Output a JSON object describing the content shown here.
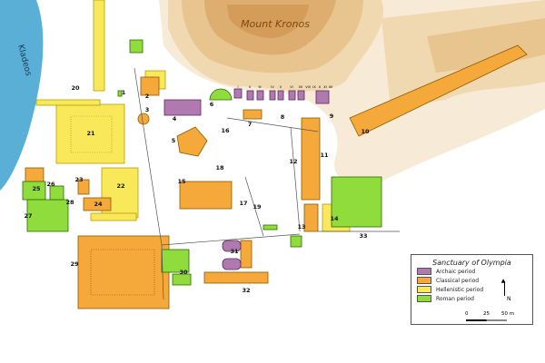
{
  "map": {
    "mountain_label": "Mount Kronos",
    "river_label": "Kladeos",
    "site_numbers": [
      "1",
      "2",
      "3",
      "4",
      "5",
      "6",
      "7",
      "8",
      "9",
      "10",
      "11",
      "12",
      "13",
      "14",
      "15",
      "16",
      "17",
      "18",
      "19",
      "20",
      "21",
      "22",
      "23",
      "24",
      "25",
      "26",
      "27",
      "28",
      "29",
      "30",
      "31",
      "32",
      "33"
    ],
    "treasuries": [
      "I",
      "II",
      "III",
      "IV",
      "V",
      "VI",
      "VII",
      "VIII",
      "IX",
      "X",
      "XI",
      "XII"
    ]
  },
  "legend": {
    "title": "Sanctuary of Olympia",
    "items": [
      {
        "label": "Archaic period",
        "color": "#b07ab0"
      },
      {
        "label": "Classical period",
        "color": "#f6a93b"
      },
      {
        "label": "Hellenistic period",
        "color": "#f8e85a"
      },
      {
        "label": "Roman period",
        "color": "#8fdc3c"
      }
    ],
    "north": "N",
    "scale": [
      "0",
      "25",
      "50 m"
    ]
  },
  "colors": {
    "river": "#5aafd6",
    "archaic": "#b07ab0",
    "classical": "#f6a93b",
    "hellenistic": "#f8e85a",
    "roman": "#8fdc3c"
  }
}
